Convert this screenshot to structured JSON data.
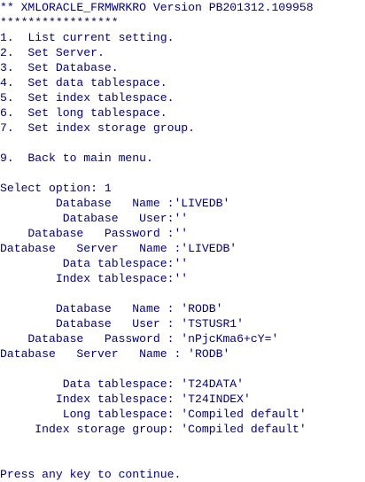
{
  "terminal": {
    "fg_color": "#000080",
    "bg_color": "#ffffff",
    "lines": [
      "** XMLORACLE_FRMWRKRO Version PB201312.109958",
      "*****************",
      "1.  List current setting.",
      "2.  Set Server.",
      "3.  Set Database.",
      "4.  Set data tablespace.",
      "5.  Set index tablespace.",
      "6.  Set long tablespace.",
      "7.  Set index storage group.",
      "",
      "9.  Back to main menu.",
      "",
      "Select option: 1",
      "        Database   Name :'LIVEDB'",
      "         Database   User:''",
      "    Database   Password :''",
      "Database   Server   Name :'LIVEDB'",
      "         Data tablespace:''",
      "        Index tablespace:''",
      "",
      "        Database   Name : 'RODB'",
      "        Database   User : 'TSTUSR1'",
      "    Database   Password : 'nPjcKma6+cY='",
      "Database   Server   Name : 'RODB'",
      "",
      "         Data tablespace: 'T24DATA'",
      "        Index tablespace: 'T24INDEX'",
      "         Long tablespace: 'Compiled default'",
      "     Index storage group: 'Compiled default'",
      "",
      "",
      "Press any key to continue."
    ]
  }
}
